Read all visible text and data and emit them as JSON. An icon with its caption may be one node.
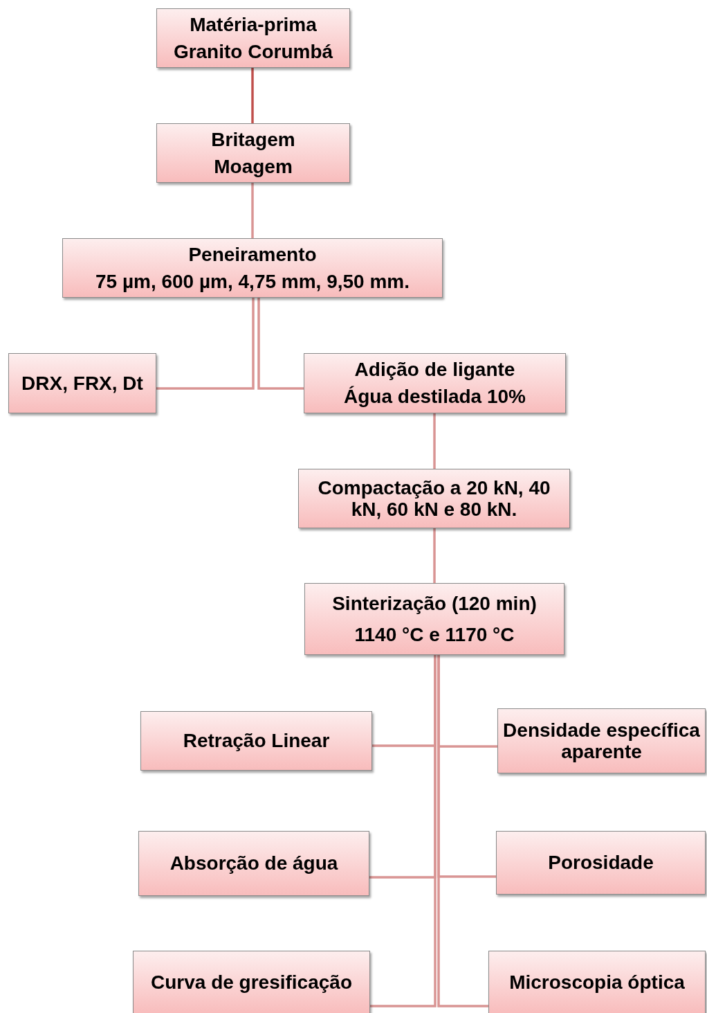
{
  "diagram": {
    "nodes": [
      {
        "text": [
          "Matéria-prima",
          "Granito Corumbá"
        ]
      },
      {
        "text": [
          "Britagem",
          "Moagem"
        ]
      },
      {
        "text": [
          "Peneiramento",
          "75 µm, 600 µm, 4,75 mm, 9,50 mm."
        ]
      },
      {
        "text": [
          "DRX, FRX, Dt"
        ]
      },
      {
        "text": [
          "Adição de ligante",
          "Água destilada 10%"
        ]
      },
      {
        "text": [
          "Compactação a 20 kN, 40 kN, 60 kN e 80 kN."
        ]
      },
      {
        "text": [
          "Sinterização (120 min)",
          "1140 °C e 1170 °C"
        ]
      },
      {
        "text": [
          "Retração Linear"
        ]
      },
      {
        "text": [
          "Densidade específica aparente"
        ]
      },
      {
        "text": [
          "Absorção de água"
        ]
      },
      {
        "text": [
          "Porosidade"
        ]
      },
      {
        "text": [
          "Curva de gresificação"
        ]
      },
      {
        "text": [
          "Microscopia óptica"
        ]
      }
    ],
    "edges": [
      {
        "from": 0,
        "to": 1,
        "arrow": "none",
        "color": "#c0504d"
      },
      {
        "from": 1,
        "to": 2,
        "arrow": "none"
      },
      {
        "from": 2,
        "to": 3,
        "arrow": "none"
      },
      {
        "from": 2,
        "to": 4,
        "arrow": "none"
      },
      {
        "from": 4,
        "to": 5,
        "arrow": "none"
      },
      {
        "from": 5,
        "to": 6,
        "arrow": "none"
      },
      {
        "from": 6,
        "to": 7,
        "arrow": "none"
      },
      {
        "from": 6,
        "to": 8,
        "arrow": "none"
      },
      {
        "from": 6,
        "to": 9,
        "arrow": "none"
      },
      {
        "from": 6,
        "to": 10,
        "arrow": "none"
      },
      {
        "from": 6,
        "to": 11,
        "arrow": "none"
      },
      {
        "from": 6,
        "to": 12,
        "arrow": "none"
      }
    ]
  }
}
